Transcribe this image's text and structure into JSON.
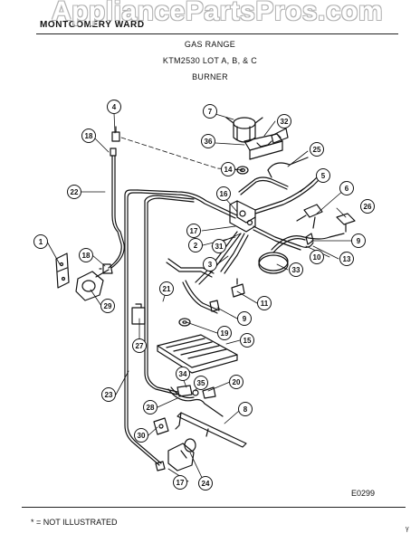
{
  "watermark": "AppliancePartsPros.com",
  "header": {
    "brand": "MONTGOMERY WARD",
    "title1": "GAS RANGE",
    "title2": "KTM2530 LOT A, B, & C",
    "title3": "BURNER"
  },
  "diagram_code": "E0299",
  "footnote": "* = NOT ILLUSTRATED",
  "scan_mark": "ᵞ",
  "callouts": [
    {
      "label": "4"
    },
    {
      "label": "7"
    },
    {
      "label": "32"
    },
    {
      "label": "18"
    },
    {
      "label": "36"
    },
    {
      "label": "25"
    },
    {
      "label": "14"
    },
    {
      "label": "5"
    },
    {
      "label": "22"
    },
    {
      "label": "16"
    },
    {
      "label": "6"
    },
    {
      "label": "26"
    },
    {
      "label": "17"
    },
    {
      "label": "2"
    },
    {
      "label": "31"
    },
    {
      "label": "9"
    },
    {
      "label": "10"
    },
    {
      "label": "13"
    },
    {
      "label": "1"
    },
    {
      "label": "18"
    },
    {
      "label": "3"
    },
    {
      "label": "33"
    },
    {
      "label": "29"
    },
    {
      "label": "21"
    },
    {
      "label": "11"
    },
    {
      "label": "9"
    },
    {
      "label": "19"
    },
    {
      "label": "15"
    },
    {
      "label": "27"
    },
    {
      "label": "34"
    },
    {
      "label": "35"
    },
    {
      "label": "20"
    },
    {
      "label": "23"
    },
    {
      "label": "28"
    },
    {
      "label": "8"
    },
    {
      "label": "30"
    },
    {
      "label": "17"
    },
    {
      "label": "24"
    }
  ]
}
